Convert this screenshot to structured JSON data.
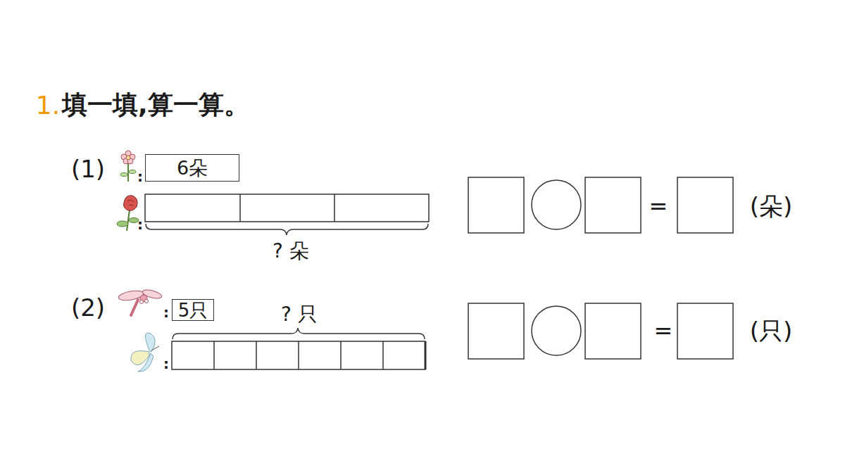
{
  "diagram": {
    "title": "填一填,算一算。",
    "nodes": [
      {
        "text": [
          "6朵"
        ]
      },
      {
        "text": [
          "5只"
        ]
      }
    ],
    "labels": [
      "1.",
      "(1)",
      ":",
      ":",
      "? 朵",
      "=",
      "(朵)",
      "(2)",
      ":",
      ":",
      "? 只",
      "=",
      "(只)"
    ]
  }
}
